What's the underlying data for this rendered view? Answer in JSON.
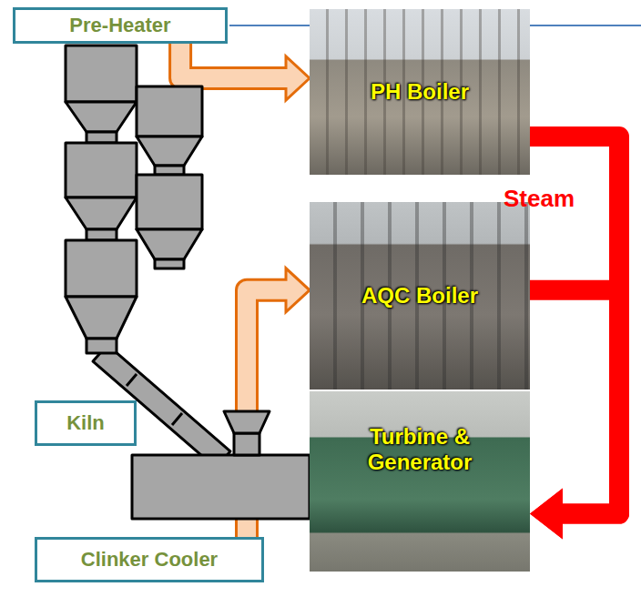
{
  "diagram": {
    "nodes": [
      {
        "text": [
          "Pre-Heater"
        ]
      },
      {
        "text": [
          "PH Boiler"
        ]
      },
      {
        "text": [
          "AQC Boiler"
        ]
      },
      {
        "text": [
          "Kiln"
        ]
      },
      {
        "text": [
          "Turbine & Generator"
        ]
      },
      {
        "text": [
          "Clinker Cooler"
        ]
      }
    ],
    "edges": [
      {
        "from": 1,
        "to": 4,
        "arrow": "to",
        "label": "Steam"
      },
      {
        "from": 2,
        "to": 4,
        "arrow": "to"
      },
      {
        "from": 0,
        "to": 1,
        "arrow": "to"
      },
      {
        "from": 5,
        "to": 2,
        "arrow": "to"
      }
    ]
  }
}
